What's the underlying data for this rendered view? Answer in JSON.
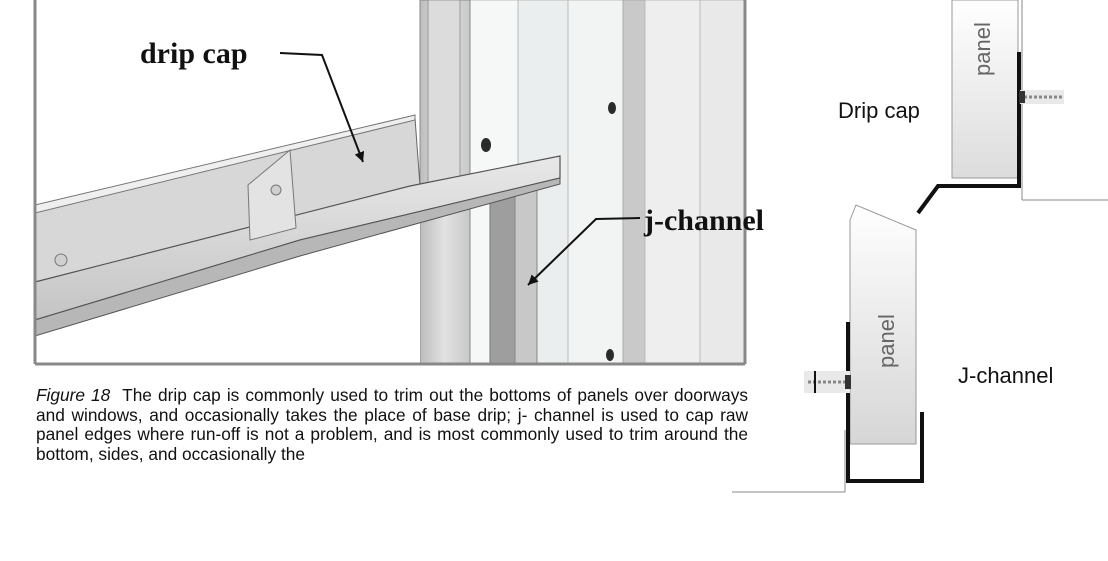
{
  "labels": {
    "drip_cap_callout": "drip cap",
    "j_channel_callout": "j-channel",
    "drip_cap_detail": "Drip cap",
    "j_channel_detail": "J-channel",
    "panel_upper": "panel",
    "panel_lower": "panel"
  },
  "caption": {
    "figure_number": "Figure 18",
    "text": "The drip cap is commonly used to trim out the bottoms of panels over doorways and windows, and occasionally takes the place of base drip; j- channel is used to cap raw panel edges where run-off is not a problem, and is most commonly used to trim around the bottom, sides, and occasionally the"
  }
}
